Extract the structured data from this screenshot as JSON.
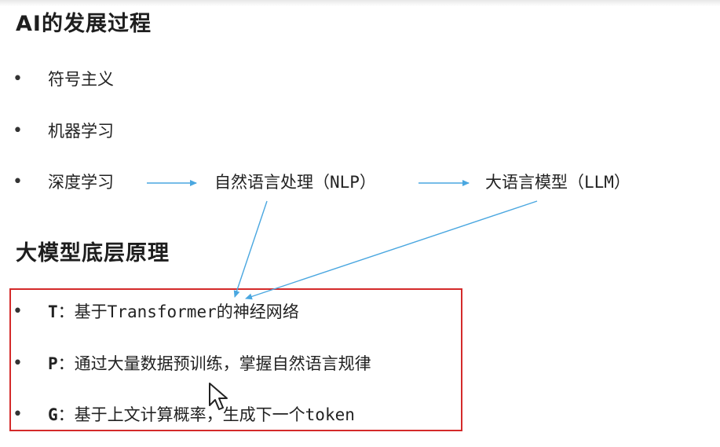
{
  "section1": {
    "title": "AI的发展过程",
    "items": [
      "符号主义",
      "机器学习"
    ],
    "flow": [
      "深度学习",
      "自然语言处理（NLP）",
      "大语言模型（LLM）"
    ]
  },
  "section2": {
    "title": "大模型底层原理",
    "items": [
      {
        "key": "T",
        "sep": "：",
        "text": "基于Transformer的神经网络"
      },
      {
        "key": "P",
        "sep": "：",
        "text": "通过大量数据预训练，掌握自然语言规律"
      },
      {
        "key": "G",
        "sep": "：",
        "text": "基于上文计算概率，生成下一个token"
      }
    ]
  },
  "colors": {
    "arrow": "#4aa7e0",
    "highlight_box": "#d42a2a"
  },
  "icons": {
    "bullet": "bullet-dot",
    "cursor": "mouse-pointer-icon"
  }
}
